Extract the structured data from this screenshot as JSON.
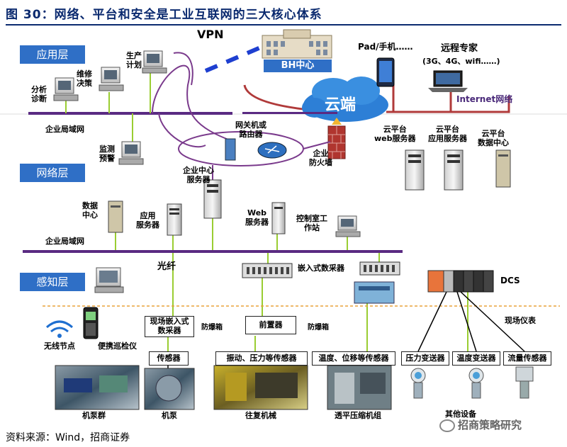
{
  "figure": {
    "title": "图 30：网络、平台和安全是工业互联网的三大核心体系",
    "source": "资料来源：Wind，招商证券",
    "watermark": "招商策略研究"
  },
  "layers": {
    "application": "应用层",
    "network": "网络层",
    "sensing": "感知层"
  },
  "top": {
    "vpn": "VPN",
    "bh_center": "BH中心",
    "pad": "Pad/手机……",
    "remote_expert": "远程专家",
    "remote_expert_sub": "(3G、4G、wifi……)",
    "internet": "Internet网络",
    "cloud": "云端"
  },
  "application_nodes": {
    "production_plan": "生产\n计划",
    "maintenance": "维修\n决策",
    "analysis": "分析\n诊断",
    "lan1": "企业局域网",
    "monitor": "监测\n预警"
  },
  "network_nodes": {
    "gateway": "网关机或\n路由器",
    "firewall": "企业\n防火墙",
    "cloud_web": "云平台\nweb服务器",
    "cloud_app": "云平台\n应用服务器",
    "cloud_dc": "云平台\n数据中心",
    "center_server": "企业中心\n服务器",
    "data_center": "数据\n中心",
    "app_server": "应用\n服务器",
    "web_server": "Web\n服务器",
    "control_ws": "控制室工\n作站",
    "lan2": "企业局域网"
  },
  "sensing_nodes": {
    "fiber": "光纤",
    "embedded_collector": "嵌入式数采器",
    "dcs": "DCS",
    "wireless": "无线节点",
    "patrol": "便携巡检仪",
    "field_collector": "现场嵌入式\n数采器",
    "explosion_box1": "防爆箱",
    "preprocessor": "前置器",
    "explosion_box2": "防爆箱",
    "field_instrument": "现场仪表",
    "sensor": "传感器",
    "vib_sensor": "振动、压力等传感器",
    "temp_sensor": "温度、位移等传感器",
    "pressure_tx": "压力变送器",
    "temp_tx": "温度变送器",
    "flow_sensor": "流量传感器",
    "pump_group": "机泵群",
    "pump": "机泵",
    "reciprocating": "往复机械",
    "turbo_compressor": "透平压缩机组",
    "other_equipment": "其他设备"
  },
  "colors": {
    "title_navy": "#0b2a6f",
    "layer_blue": "#2f6fc6",
    "bus_purple": "#5a2a82",
    "link_green": "#9acd32",
    "link_purple": "#7a3a8c",
    "vpn_blue": "#1e3fd0",
    "internet_red": "#b03a3a",
    "dcs_orange": "#e8743b"
  },
  "icons": [
    "computer-icon",
    "router-icon",
    "firewall-icon",
    "server-icon",
    "cloud-icon",
    "building-icon",
    "tablet-icon",
    "laptop-icon",
    "wifi-icon",
    "handheld-icon",
    "collector-icon",
    "dcs-icon",
    "transmitter-icon",
    "machine-photo"
  ]
}
